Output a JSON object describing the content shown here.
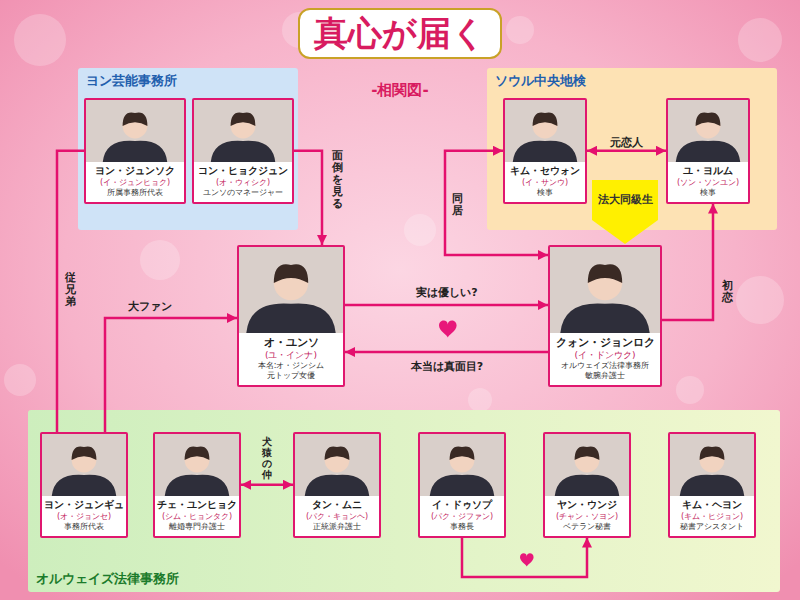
{
  "diagram": {
    "title": "真心が届く",
    "nodes": [
      {
        "text": [
          "ヨン芸能事務所"
        ]
      },
      {
        "text": [
          "ヨン・ジュンソク",
          "(イ・ジュンヒョク)",
          "所属事務所代表"
        ],
        "in": 0
      },
      {
        "text": [
          "コン・ヒョクジュン",
          "(オ・ウィシク)",
          "ユンソのマネージャー"
        ],
        "in": 0
      },
      {
        "text": [
          "ソウル中央地検"
        ]
      },
      {
        "text": [
          "キム・セウォン",
          "(イ・サンウ)",
          "検事"
        ],
        "in": 3
      },
      {
        "text": [
          "ユ・ヨルム",
          "(ソン・ソンユン)",
          "検事"
        ],
        "in": 3
      },
      {
        "text": [
          "法大同級生"
        ]
      },
      {
        "text": [
          "オ・ユンソ",
          "(ユ・インナ)",
          "本名:オ・ジンシム 元トップ女優"
        ]
      },
      {
        "text": [
          "クォン・ジョンロク",
          "(イ・ドンウク)",
          "オルウェイズ法律事務所 敏腕弁護士"
        ]
      },
      {
        "text": [
          "オルウェイズ法律事務所"
        ]
      },
      {
        "text": [
          "ヨン・ジュンギュ",
          "(オ・ジョンセ)",
          "事務所代表"
        ],
        "in": 9
      },
      {
        "text": [
          "チェ・ユンヒョク",
          "(シム・ヒョンタク)",
          "離婚専門弁護士"
        ],
        "in": 9
      },
      {
        "text": [
          "タン・ムニ",
          "(パク・キョンヘ)",
          "正統派弁護士"
        ],
        "in": 9
      },
      {
        "text": [
          "イ・ドゥソプ",
          "(パク・ジファン)",
          "事務長"
        ],
        "in": 9
      },
      {
        "text": [
          "ヤン・ウンジ",
          "(チャン・ソヨン)",
          "ベテラン秘書"
        ],
        "in": 9
      },
      {
        "text": [
          "キム・ヘヨン",
          "(キム・ヒジョン)",
          "秘書アシスタント"
        ],
        "in": 9
      }
    ],
    "edges": [
      {
        "from": 1,
        "to": 10,
        "label": "従兄弟",
        "arrow": "none"
      },
      {
        "from": 2,
        "to": 7,
        "label": "面倒を見る",
        "arrow": "to"
      },
      {
        "from": 10,
        "to": 7,
        "label": "大ファン",
        "arrow": "to"
      },
      {
        "from": 7,
        "to": 8,
        "label": "実は優しい?",
        "arrow": "to"
      },
      {
        "from": 8,
        "to": 7,
        "label": "本当は真面目?",
        "arrow": "to"
      },
      {
        "from": 8,
        "to": 4,
        "label": "同居",
        "arrow": "both"
      },
      {
        "from": 4,
        "to": 5,
        "label": "元恋人",
        "arrow": "both"
      },
      {
        "from": 8,
        "to": 5,
        "label": "初恋",
        "arrow": "to"
      },
      {
        "from": 11,
        "to": 12,
        "label": "犬猿の仲",
        "arrow": "both"
      },
      {
        "from": 13,
        "to": 14,
        "arrow": "to"
      }
    ],
    "labels": [
      "-相関図-"
    ]
  }
}
